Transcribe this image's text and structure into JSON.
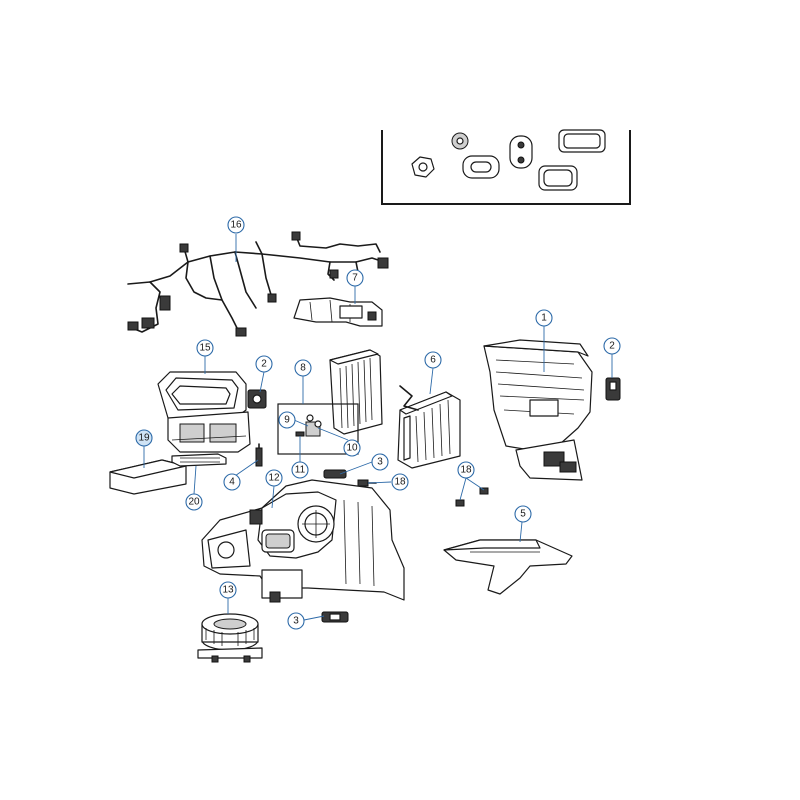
{
  "callouts": [
    {
      "id": "1",
      "label": "1"
    },
    {
      "id": "2a",
      "label": "2"
    },
    {
      "id": "2b",
      "label": "2"
    },
    {
      "id": "3a",
      "label": "3"
    },
    {
      "id": "3b",
      "label": "3"
    },
    {
      "id": "4",
      "label": "4"
    },
    {
      "id": "5",
      "label": "5"
    },
    {
      "id": "6",
      "label": "6"
    },
    {
      "id": "7",
      "label": "7"
    },
    {
      "id": "8",
      "label": "8"
    },
    {
      "id": "9",
      "label": "9"
    },
    {
      "id": "10",
      "label": "10"
    },
    {
      "id": "11",
      "label": "11"
    },
    {
      "id": "12",
      "label": "12"
    },
    {
      "id": "13",
      "label": "13"
    },
    {
      "id": "15",
      "label": "15"
    },
    {
      "id": "16",
      "label": "16"
    },
    {
      "id": "18a",
      "label": "18"
    },
    {
      "id": "18b",
      "label": "18"
    },
    {
      "id": "19",
      "label": "19"
    },
    {
      "id": "20",
      "label": "20"
    }
  ],
  "highlighted_callout": "19",
  "colors": {
    "callout_stroke": "#2d6aa8",
    "highlight_fill": "#cfe3f5",
    "line": "#1a1a1a"
  }
}
